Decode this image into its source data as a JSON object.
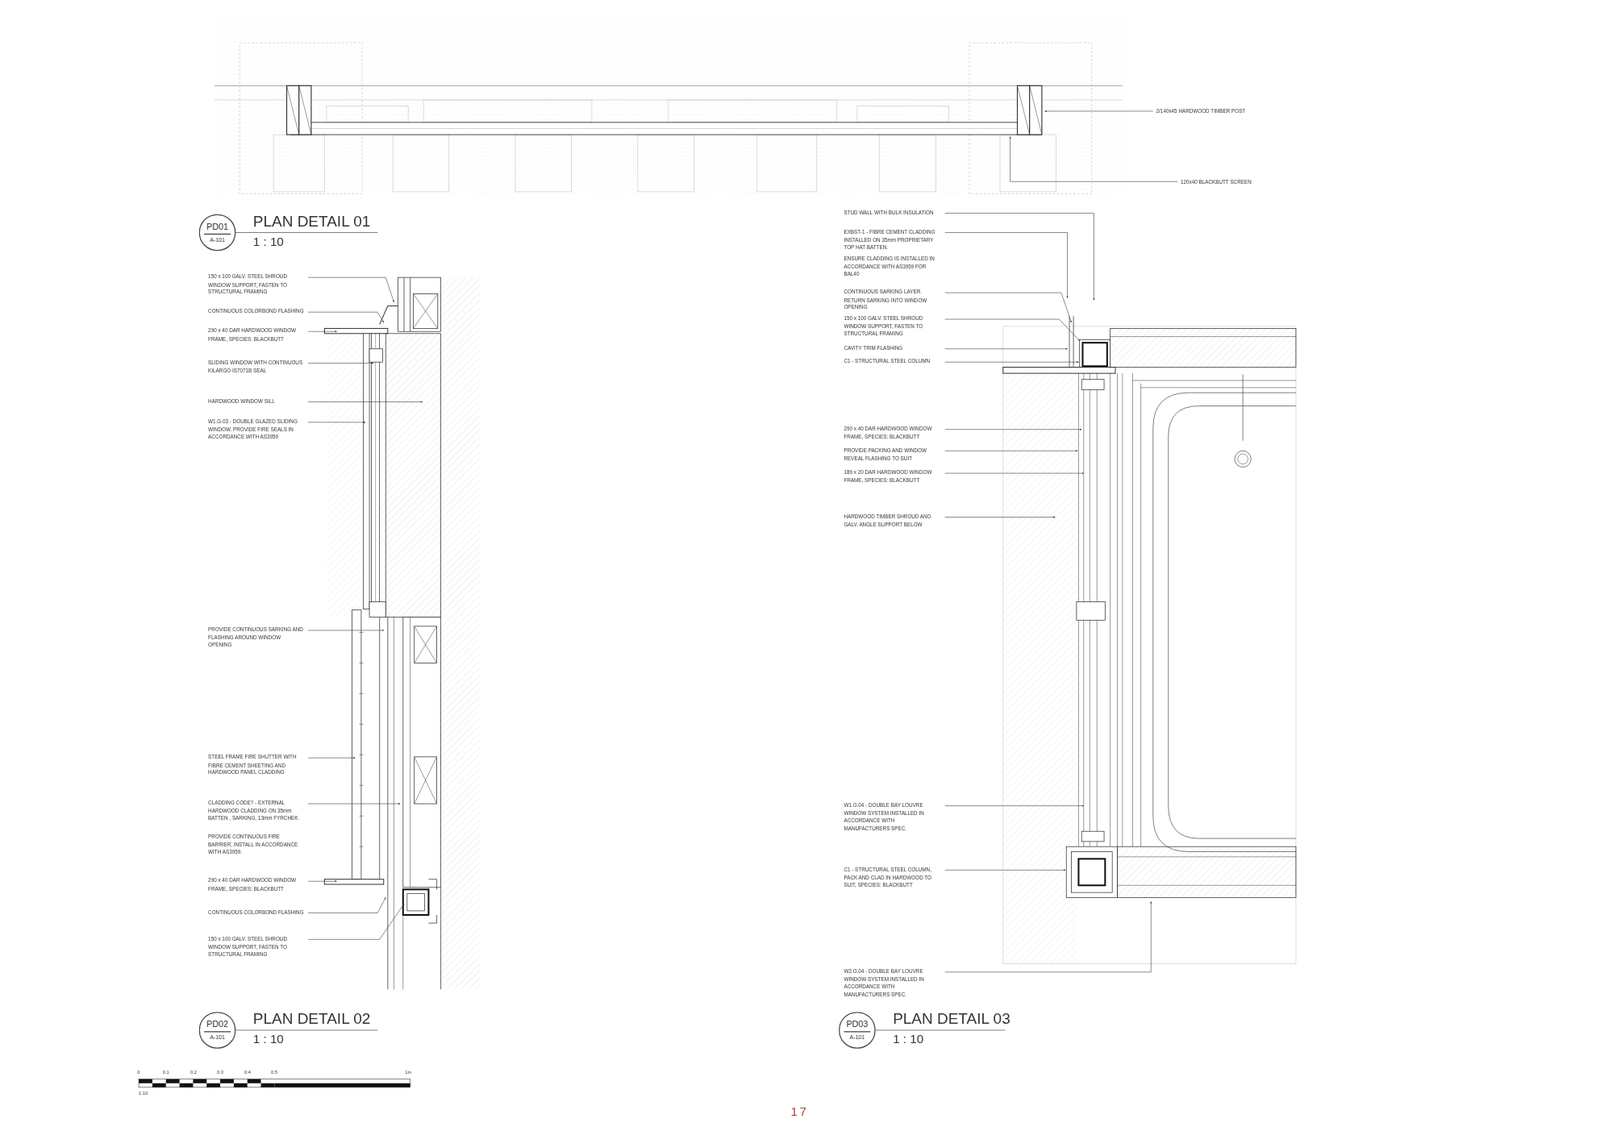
{
  "diagram": {
    "nodes": [
      {
        "text": [
          "PD01",
          "A-101"
        ]
      },
      {
        "text": [
          "PD02",
          "A-101"
        ]
      },
      {
        "text": [
          "PD03",
          "A-101"
        ]
      }
    ],
    "labels": [
      "2/140x45 HARDWOOD TIMBER POST",
      "120x40 BLACKBUTT SCREEN",
      "PLAN DETAIL 01",
      "1 : 10",
      "150 x 100 GALV. STEEL SHROUD WINDOW SUPPORT, FASTEN TO STRUCTURAL FRAMING",
      "CONTINUOUS COLORBOND FLASHING",
      "290 x 40 DAR HARDWOOD WINDOW FRAME, SPECIES: BLACKBUTT",
      "SLIDING WINDOW WITH CONTINUOUS KILARGO IS7071B SEAL",
      "HARDWOOD WINDOW SILL",
      "W1.G.03 - DOUBLE GLAZED SLIDING WINDOW. PROVIDE FIRE SEALS IN ACCORDANCE WITH AS3959",
      "PROVIDE CONTINUOUS SARKING AND FLASHING AROUND WINDOW OPENING",
      "STEEL FRAME FIRE SHUTTER WITH FIBRE CEMENT SHEETING AND HARDWOOD PANEL CLADDING",
      "CLADDING CODE? - EXTERNAL HARDWOOD CLADDING ON 35mm BATTEN , SARKING, 13mm FYRCHEK.",
      "PROVIDE CONTINUOUS FIRE BARRIER, INSTALL IN ACCORDANCE WITH AS3959.",
      "290 x 40 DAR HARDWOOD WINDOW FRAME, SPECIES: BLACKBUTT",
      "CONTINUOUS COLORBOND FLASHING",
      "150 x 100 GALV. STEEL SHROUD WINDOW SUPPORT, FASTEN TO STRUCTURAL FRAMING",
      "PLAN DETAIL 02",
      "1 : 10",
      "STUD WALL WITH BULK INSULATION",
      "EXBST-1 - FIBRE CEMENT CLADDING INSTALLED ON 35mm PROPRIETARY TOP HAT BATTEN.",
      "ENSURE CLADDING IS INSTALLED IN ACCORDANCE WITH AS3959 FOR BAL40",
      "CONTINUOUS SARKING LAYER. RETURN SARKING INTO WINDOW OPENING",
      "150 x 100 GALV. STEEL SHROUD WINDOW SUPPORT, FASTEN TO STRUCTURAL FRAMING",
      "CAVITY TRIM FLASHING",
      "C1 - STRUCTURAL STEEL COLUMN",
      "290 x 40 DAR HARDWOOD WINDOW FRAME, SPECIES: BLACKBUTT",
      "PROVIDE PACKING AND WINDOW REVEAL FLASHING TO SUIT",
      "189 x 20 DAR HARDWOOD WINDOW FRAME, SPECIES: BLACKBUTT",
      "HARDWOOD TIMBER SHROUD AND GALV. ANGLE SUPPORT BELOW",
      "W1.G.04 - DOUBLE BAY LOUVRE WINDOW SYSTEM INSTALLED IN ACCORDANCE WITH MANUFACTURERS SPEC.",
      "C1 - STRUCTURAL STEEL COLUMN, PACK AND CLAD IN HARDWOOD TO SUIT, SPECIES: BLACKBUTT",
      "W2.G.04 - DOUBLE BAY LOUVRE WINDOW SYSTEM INSTALLED IN ACCORDANCE WITH MANUFACTURERS SPEC.",
      "PLAN DETAIL 03",
      "1 : 10",
      "0",
      "0.1",
      "0.2",
      "0.3",
      "0.4",
      "0.5",
      "1m",
      "1:10",
      "17"
    ]
  }
}
